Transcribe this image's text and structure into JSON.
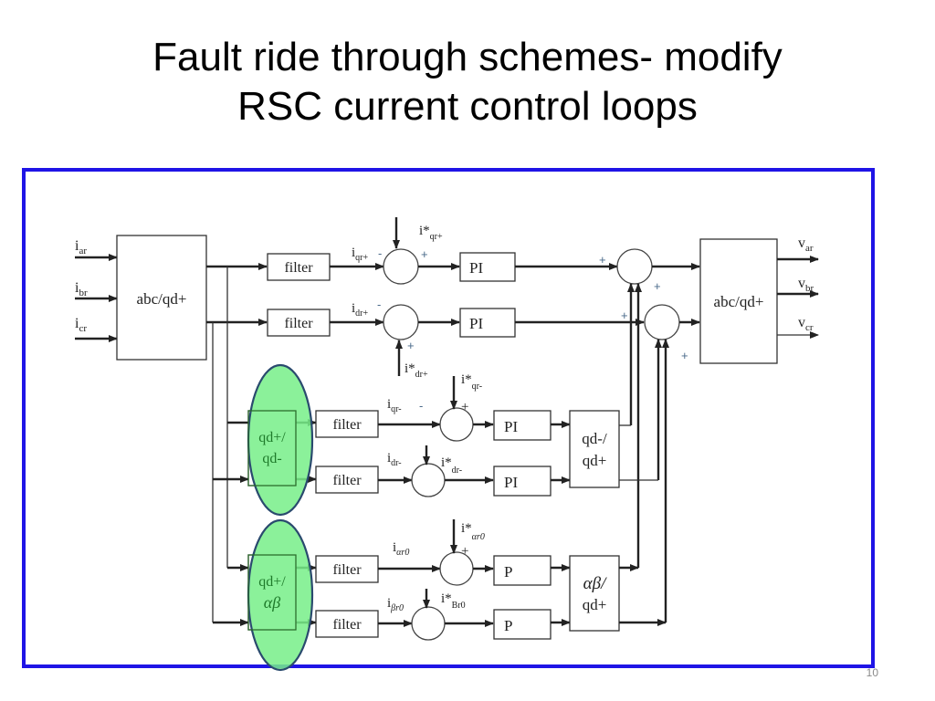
{
  "slide": {
    "title_line1": "Fault ride through schemes- modify",
    "title_line2": "RSC current control loops",
    "slide_number": "10",
    "frame_color": "#1f14e6",
    "highlight_color": "#77ee88"
  },
  "diagram": {
    "inputs": {
      "a": "i",
      "a_sub": "ar",
      "b": "i",
      "b_sub": "br",
      "c": "i",
      "c_sub": "cr"
    },
    "outputs": {
      "a": "v",
      "a_sub": "ar",
      "b": "v",
      "b_sub": "br",
      "c": "v",
      "c_sub": "cr"
    },
    "blocks": {
      "abc_qd_in": "abc/qd+",
      "abc_qd_out": "abc/qd+",
      "filter": "filter",
      "pi": "PI",
      "p": "P",
      "qd_neg_l1": "qd+/",
      "qd_neg_l2": "qd-",
      "ab_l1": "qd+/",
      "ab_l2": "αβ",
      "qdm_l1": "qd-/",
      "qdm_l2": "qd+",
      "abq_l1": "αβ/",
      "abq_l2": "qd+"
    },
    "signals": {
      "iqr_pos": "i",
      "iqr_pos_sub": "qr+",
      "idr_pos": "i",
      "idr_pos_sub": "dr+",
      "iqr_pos_ref": "i*",
      "iqr_pos_ref_sub": "qr+",
      "idr_pos_ref": "i*",
      "idr_pos_ref_sub": "dr+",
      "iqr_neg": "i",
      "iqr_neg_sub": "qr-",
      "idr_neg": "i",
      "idr_neg_sub": "dr-",
      "iqr_neg_ref": "i*",
      "iqr_neg_ref_sub": "qr-",
      "idr_neg_ref": "i*",
      "idr_neg_ref_sub": "dr-",
      "ia0": "i",
      "ia0_sub": "αr0",
      "ib0": "i",
      "ib0_sub": "βr0",
      "ia0_ref": "i*",
      "ia0_ref_sub": "αr0",
      "ib0_ref": "i*",
      "ib0_ref_sub": "Br0"
    },
    "signs": {
      "plus": "+",
      "minus": "-"
    }
  }
}
